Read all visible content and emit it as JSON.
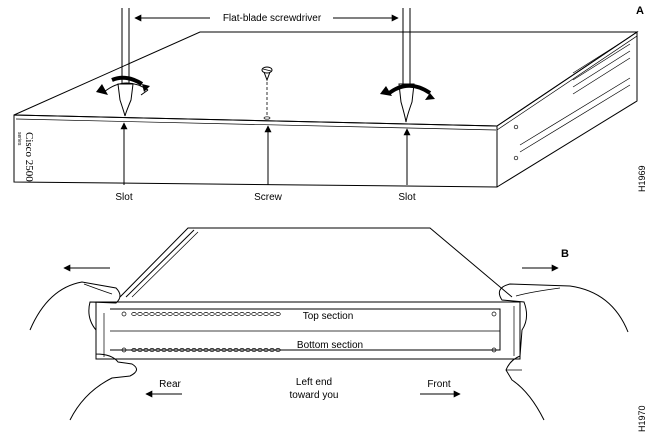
{
  "panel_a": {
    "letter": "A",
    "tool_label": "Flat-blade screwdriver",
    "brand": "Cisco 2500",
    "brand_sub": "series",
    "callouts": {
      "slot_left": "Slot",
      "screw": "Screw",
      "slot_right": "Slot"
    },
    "figure_id": "H1969"
  },
  "panel_b": {
    "letter": "B",
    "top_section": "Top section",
    "bottom_section": "Bottom section",
    "rear": "Rear",
    "left_end_line1": "Left end",
    "left_end_line2": "toward you",
    "front": "Front",
    "figure_id": "H1970"
  }
}
